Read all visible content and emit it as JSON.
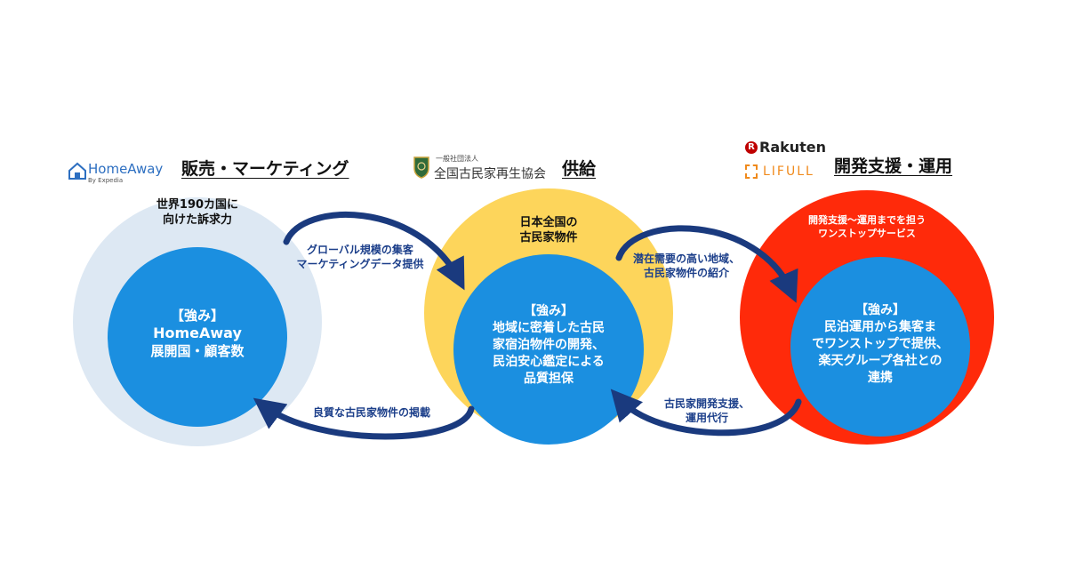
{
  "columns": [
    {
      "logo": {
        "name": "HomeAway",
        "sub": "By Expedia"
      },
      "heading": "販売・マーケティング",
      "outer_label": [
        "世界190カ国に",
        "向けた訴求力"
      ],
      "inner_text": [
        "【強み】",
        "HomeAway",
        "展開国・顧客数"
      ]
    },
    {
      "logo": {
        "sub": "一般社団法人",
        "name": "全国古民家再生協会"
      },
      "heading": "供給",
      "outer_label": [
        "日本全国の",
        "古民家物件"
      ],
      "inner_text": [
        "【強み】",
        "地域に密着した古民",
        "家宿泊物件の開発、",
        "民泊安心鑑定による",
        "品質担保"
      ]
    },
    {
      "logos": [
        "Rakuten",
        "LIFULL"
      ],
      "heading": "開発支援・運用",
      "outer_label": [
        "開発支援～運用までを担う",
        "ワンストップサービス"
      ],
      "inner_text": [
        "【強み】",
        "民泊運用から集客ま",
        "でワンストップで提供、",
        "楽天グループ各社との",
        "連携"
      ]
    }
  ],
  "flows": [
    {
      "lines": [
        "グローバル規模の集客",
        "マーケティングデータ提供"
      ]
    },
    {
      "lines": [
        "良質な古民家物件の掲載"
      ]
    },
    {
      "lines": [
        "潜在需要の高い地域、",
        "古民家物件の紹介"
      ]
    },
    {
      "lines": [
        "古民家開発支援、",
        "運用代行"
      ]
    }
  ],
  "colors": {
    "outer_left": "#dde8f3",
    "outer_center": "#fdd55b",
    "outer_right": "#ff2a0a",
    "inner": "#1b8fe0",
    "arrow": "#1a3a7e",
    "rakuten_red": "#bf0000",
    "lifull_orange": "#f08a1c"
  }
}
